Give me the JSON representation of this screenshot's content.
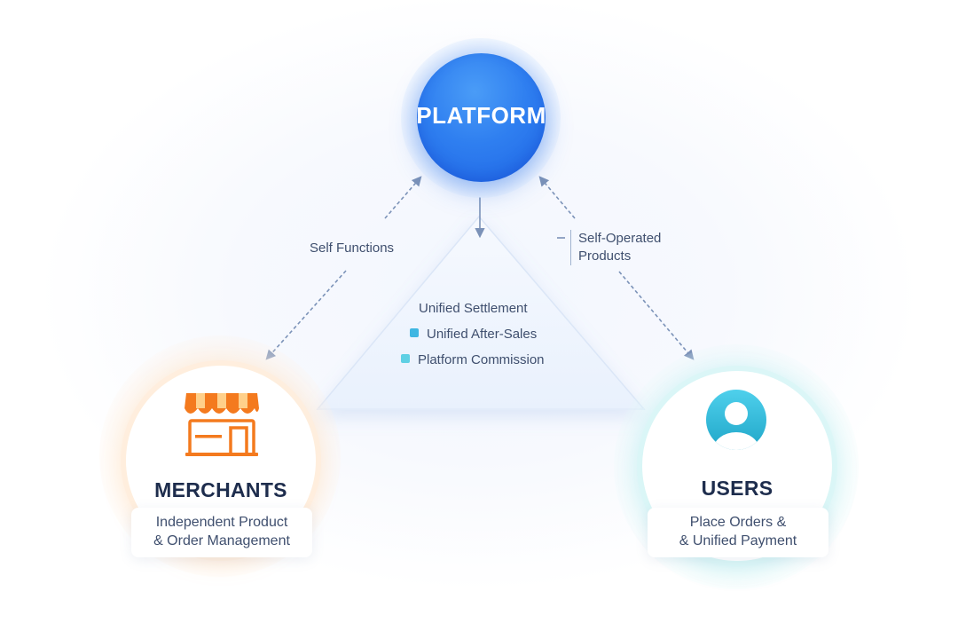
{
  "diagram": {
    "platform": {
      "label": "PLATFORM"
    },
    "center": {
      "heading": "Unified Settlement",
      "items": [
        "Unified After-Sales",
        "Platform Commission"
      ]
    },
    "edges": {
      "left": "Self Functions",
      "right_line1": "Self-Operated",
      "right_line2": "Products"
    },
    "merchants": {
      "title": "MERCHANTS",
      "sub_line1": "Independent Product",
      "sub_line2": "& Order Management",
      "icon": "storefront-icon"
    },
    "users": {
      "title": "USERS",
      "sub_line1": "Place Orders &",
      "sub_line2": "& Unified Payment",
      "icon": "user-avatar-icon"
    },
    "colors": {
      "platform": "#2f7ff0",
      "merchants_accent": "#f5821f",
      "users_accent": "#2fb8d8",
      "arrow": "#7b92b8",
      "text": "#3f4f6e",
      "title": "#1e2d4d"
    }
  }
}
